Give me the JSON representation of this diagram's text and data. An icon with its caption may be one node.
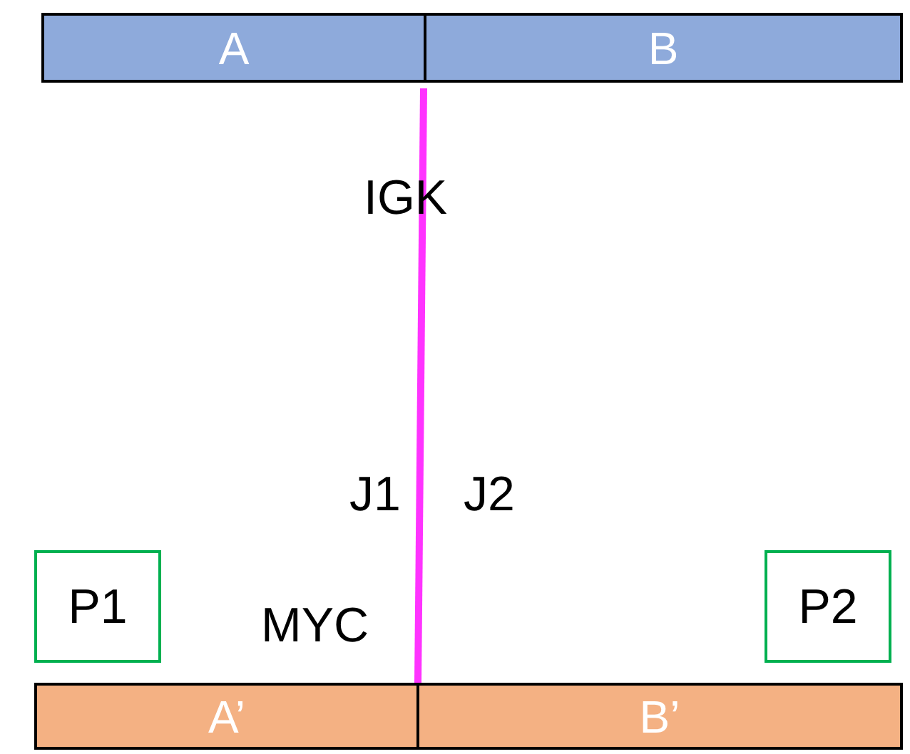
{
  "diagram": {
    "nodes": [
      {
        "text": [
          "A"
        ]
      },
      {
        "text": [
          "B"
        ]
      },
      {
        "text": [
          "A’"
        ]
      },
      {
        "text": [
          "B’"
        ]
      },
      {
        "text": [
          "P1"
        ]
      },
      {
        "text": [
          "P2"
        ]
      }
    ],
    "edges": [
      {
        "from": 0,
        "to": 2,
        "arrow": "none",
        "color": "#ff33ff"
      }
    ],
    "labels": [
      "IGK",
      "J1",
      "J2",
      "MYC"
    ]
  }
}
